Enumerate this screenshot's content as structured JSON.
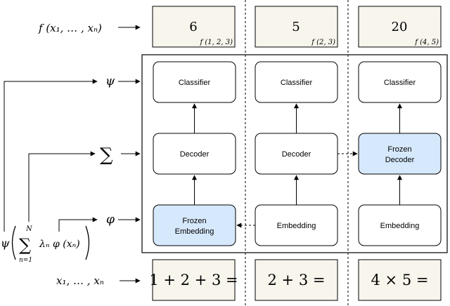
{
  "left_labels": {
    "output_fn": "f (x₁, … , xₙ)",
    "inputs": "x₁, … , xₙ",
    "psi": "ψ",
    "sum": "∑",
    "phi": "φ",
    "formula": {
      "psi": "ψ",
      "sum": "∑",
      "upper": "N",
      "lower": "n=1",
      "body": "λₙ φ (xₙ)"
    }
  },
  "columns": [
    {
      "output_value": "6",
      "output_subscript": "f (1, 2, 3)",
      "input_expression": "1 + 2 + 3 =",
      "classifier": "Classifier",
      "decoder": [
        "Decoder"
      ],
      "embedding": [
        "Frozen",
        "Embedding"
      ]
    },
    {
      "output_value": "5",
      "output_subscript": "f (2, 3)",
      "input_expression": "2 + 3 =",
      "classifier": "Classifier",
      "decoder": [
        "Decoder"
      ],
      "embedding": [
        "Embedding"
      ]
    },
    {
      "output_value": "20",
      "output_subscript": "f (4, 5)",
      "input_expression": "4 × 5 =",
      "classifier": "Classifier",
      "decoder": [
        "Frozen",
        "Decoder"
      ],
      "embedding": [
        "Embedding"
      ]
    }
  ],
  "colors": {
    "io_box_fill": "#f7f5ec",
    "frozen_fill": "#d6e8fb",
    "module_fill": "#ffffff",
    "stroke": "#000000"
  }
}
